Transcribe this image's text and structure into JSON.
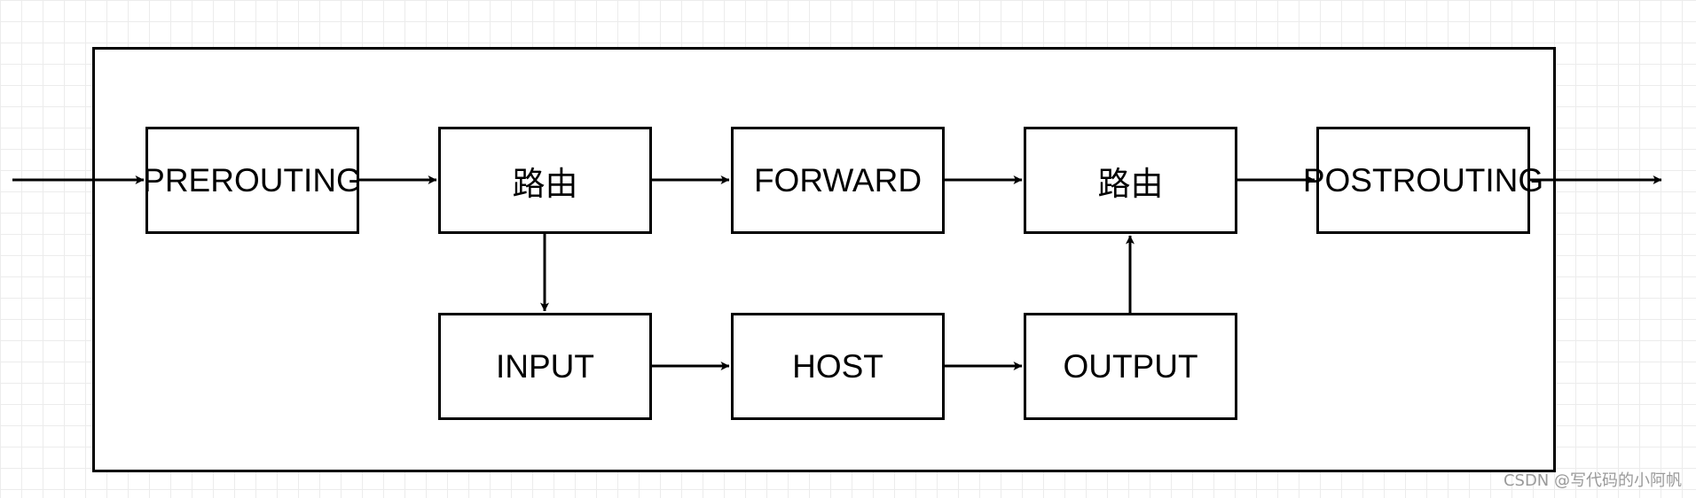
{
  "nodes": {
    "prerouting": "PREROUTING",
    "route_top": "路由",
    "forward": "FORWARD",
    "route_right": "路由",
    "postrouting": "POSTROUTING",
    "input": "INPUT",
    "host": "HOST",
    "output": "OUTPUT"
  },
  "watermark": "CSDN @写代码的小阿帆",
  "colors": {
    "stroke": "#000000",
    "background": "#ffffff",
    "grid": "#ececec",
    "watermark": "#9a9a9a"
  }
}
